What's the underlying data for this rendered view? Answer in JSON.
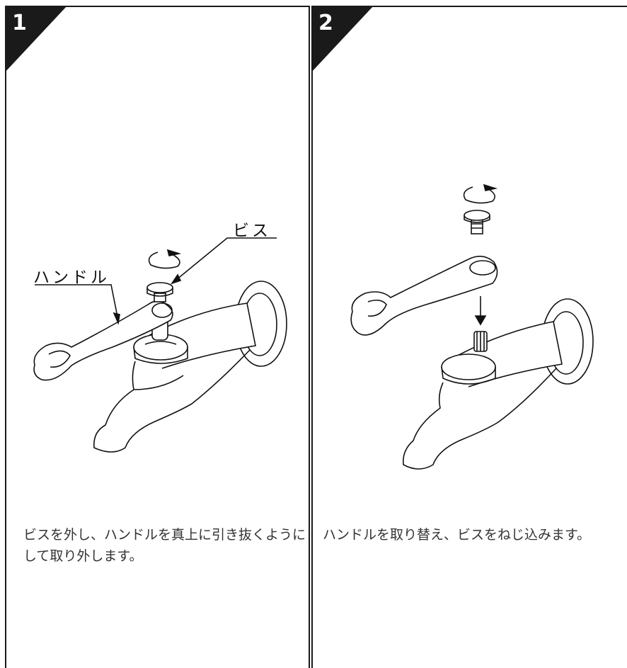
{
  "steps": [
    {
      "number": "1",
      "caption": "ビスを外し、ハンドルを真上に引き抜くようにして取り外します。",
      "labels": {
        "screw": "ビス",
        "handle": "ハンドル"
      }
    },
    {
      "number": "2",
      "caption": "ハンドルを取り替え、ビスをねじ込みます。"
    }
  ],
  "colors": {
    "border": "#1a1a1a",
    "badge": "#1a1a1a",
    "text": "#333333"
  }
}
